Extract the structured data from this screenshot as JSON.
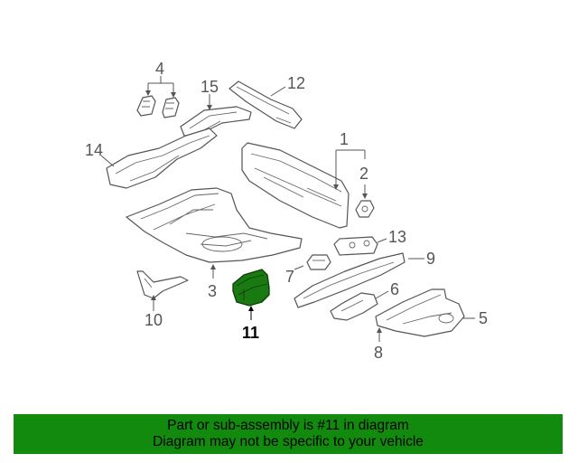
{
  "diagram": {
    "callouts": {
      "c1": "1",
      "c2": "2",
      "c3": "3",
      "c4": "4",
      "c5": "5",
      "c6": "6",
      "c7": "7",
      "c8": "8",
      "c9": "9",
      "c10": "10",
      "c11": "11",
      "c12": "12",
      "c13": "13",
      "c14": "14",
      "c15": "15"
    },
    "highlight_part": "11",
    "highlight_color": "#1a7a12"
  },
  "banner": {
    "line1": "Part or sub-assembly is #11 in diagram",
    "line2": "Diagram may not be specific to your vehicle",
    "background": "#128a0d"
  }
}
